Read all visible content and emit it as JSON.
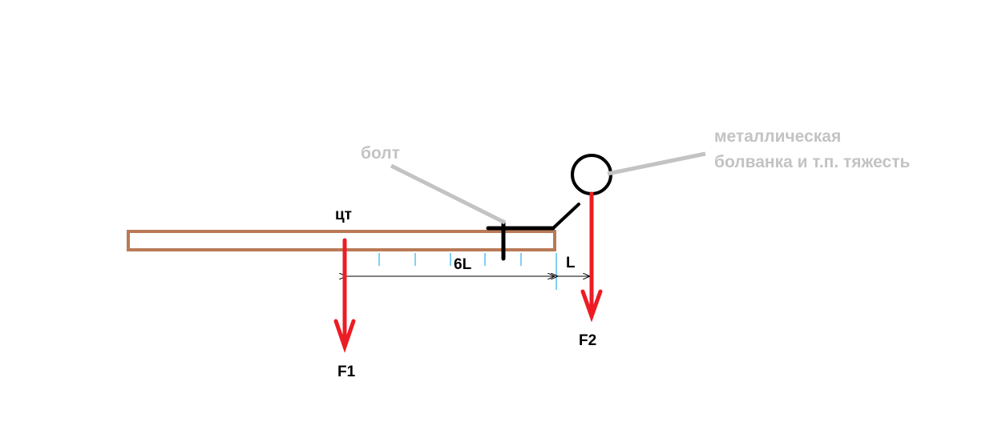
{
  "labels": {
    "center_of_gravity": "цт",
    "bolt": "болт",
    "weight_line1": "металлическая",
    "weight_line2": "болванка и т.п. тяжесть",
    "distance_long": "6L",
    "distance_short": "L",
    "force1": "F1",
    "force2": "F2"
  },
  "colors": {
    "beam": "#b97a57",
    "force": "#ed1c24",
    "callout": "#c3c3c3",
    "ticks": "#00a2e8",
    "outline": "#000000"
  }
}
